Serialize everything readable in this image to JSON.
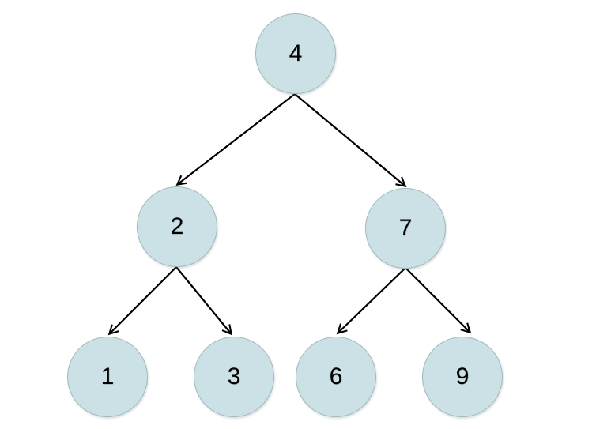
{
  "diagram": {
    "type": "binary-tree",
    "background_color": "#ffffff",
    "node_style": {
      "fill": "#cbe1e5",
      "border": "#a0b9bd",
      "text_color": "#000000"
    },
    "edge_style": {
      "color": "#000000",
      "arrowhead": "open-v"
    },
    "nodes": [
      {
        "id": "node-4",
        "value": "4",
        "level": 0
      },
      {
        "id": "node-2",
        "value": "2",
        "level": 1
      },
      {
        "id": "node-7",
        "value": "7",
        "level": 1
      },
      {
        "id": "node-1",
        "value": "1",
        "level": 2
      },
      {
        "id": "node-3",
        "value": "3",
        "level": 2
      },
      {
        "id": "node-6",
        "value": "6",
        "level": 2
      },
      {
        "id": "node-9",
        "value": "9",
        "level": 2
      }
    ],
    "edges": [
      {
        "from": "4",
        "to": "2"
      },
      {
        "from": "4",
        "to": "7"
      },
      {
        "from": "2",
        "to": "1"
      },
      {
        "from": "2",
        "to": "3"
      },
      {
        "from": "7",
        "to": "6"
      },
      {
        "from": "7",
        "to": "9"
      }
    ]
  }
}
